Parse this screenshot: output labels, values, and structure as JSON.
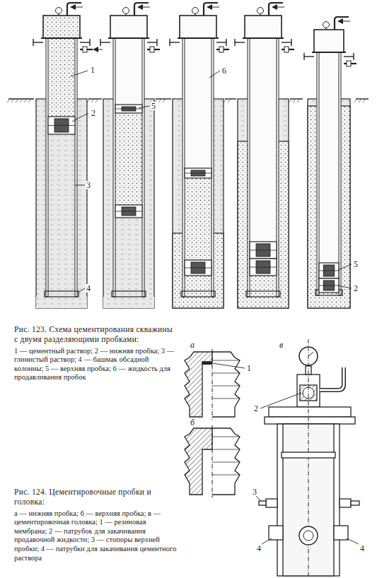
{
  "diagram": {
    "labels": [
      "1",
      "2",
      "3",
      "4",
      "5",
      "6",
      "5",
      "2",
      "Рис. 123. Схема цементирования скважины с двумя разделяющими пробками:",
      "1 — цементный раствор; 2 — нижняя пробка; 3 — глинистый раствор; 4 — башмак обсадной колонны; 5 — верхняя пробка; 6 — жидкость для продавливания пробок",
      "а",
      "в",
      "1",
      "2",
      "б",
      "3",
      "4",
      "4",
      "Рис. 124. Цементировочные пробки и головка:",
      "а — нижняя пробка; б — верхняя пробка; в — цементировочная головка; 1 — резиновая мембрана; 2 — патрубок для закачивания продавочной жидкости; 3 — стопоры верхней пробки; 4 — патрубки для закачивания цементного раствора"
    ]
  }
}
